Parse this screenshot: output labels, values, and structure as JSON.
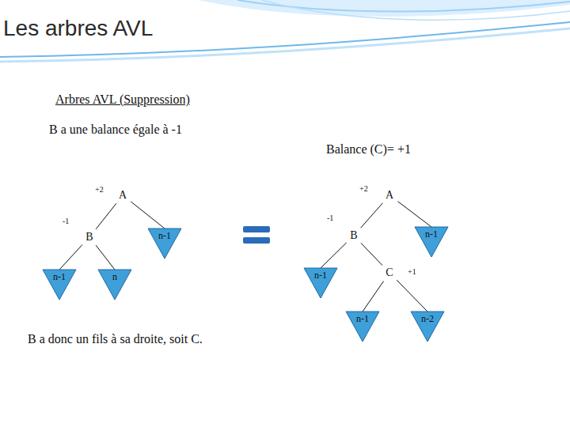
{
  "diagram": {
    "title": "Les arbres AVL",
    "nodes": [
      {
        "text": [
          "A"
        ]
      },
      {
        "text": [
          "B"
        ]
      },
      {
        "text": [
          "n-1"
        ]
      },
      {
        "text": [
          "n-1"
        ]
      },
      {
        "text": [
          "n"
        ]
      },
      {
        "text": [
          "A"
        ]
      },
      {
        "text": [
          "B"
        ]
      },
      {
        "text": [
          "n-1"
        ]
      },
      {
        "text": [
          "n-1"
        ]
      },
      {
        "text": [
          "C"
        ]
      },
      {
        "text": [
          "n-1"
        ]
      },
      {
        "text": [
          "n-2"
        ]
      }
    ],
    "edges": [
      {
        "from": 0,
        "to": 1,
        "arrow": "none"
      },
      {
        "from": 0,
        "to": 2,
        "arrow": "none"
      },
      {
        "from": 1,
        "to": 3,
        "arrow": "none"
      },
      {
        "from": 1,
        "to": 4,
        "arrow": "none"
      },
      {
        "from": 5,
        "to": 6,
        "arrow": "none"
      },
      {
        "from": 5,
        "to": 7,
        "arrow": "none"
      },
      {
        "from": 6,
        "to": 8,
        "arrow": "none"
      },
      {
        "from": 6,
        "to": 9,
        "arrow": "none"
      },
      {
        "from": 9,
        "to": 10,
        "arrow": "none"
      },
      {
        "from": 9,
        "to": 11,
        "arrow": "none"
      }
    ],
    "labels": [
      "Arbres AVL (Suppression)",
      "B a une balance égale à -1",
      "Balance (C)= +1",
      "+2",
      "-1",
      "+2",
      "-1",
      "+1",
      "B a donc un fils à sa droite, soit C."
    ]
  }
}
